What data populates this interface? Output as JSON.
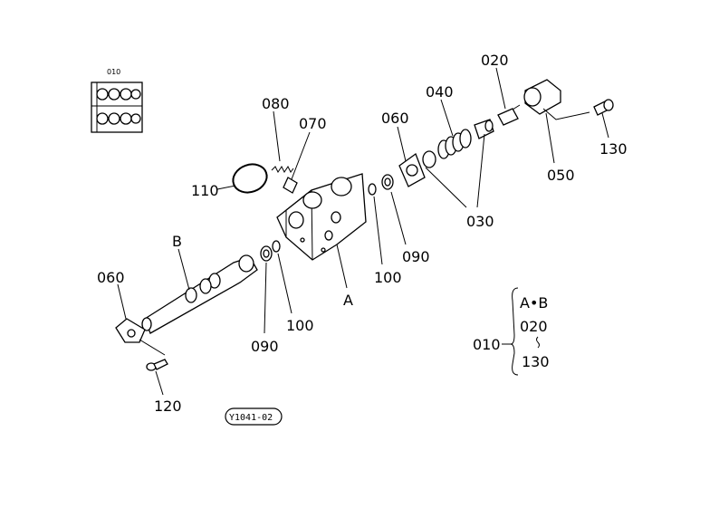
{
  "callouts": {
    "c010_inset": "010",
    "c020": "020",
    "c040": "040",
    "c060_top": "060",
    "c080": "080",
    "c070": "070",
    "c110": "110",
    "c130": "130",
    "c050": "050",
    "c030": "030",
    "c090_right": "090",
    "c100_right": "100",
    "cB": "B",
    "cA": "A",
    "c060_left": "060",
    "c100_left": "100",
    "c090_left": "090",
    "c120": "120"
  },
  "legend": {
    "assembly": "010",
    "line1": "A•B",
    "line2": "020",
    "line3": "130"
  },
  "drawing_code": "Y1041-02"
}
